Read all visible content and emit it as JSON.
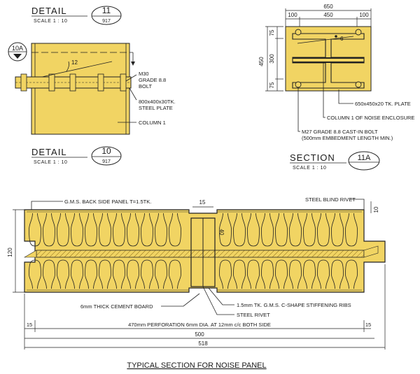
{
  "detail11": {
    "title": "DETAIL",
    "scale": "SCALE 1 : 10",
    "num": "11",
    "sheet": "917"
  },
  "detail10": {
    "title": "DETAIL",
    "scale": "SCALE 1 : 10",
    "num": "10",
    "sheet": "917"
  },
  "section11a": {
    "title": "SECTION",
    "scale": "SCALE 1 : 10",
    "num": "11A",
    "ref": "10A"
  },
  "detail11_notes": {
    "bolt1": "M30",
    "bolt2": "GRADE 8.8",
    "bolt3": "BOLT",
    "plate1": "800x400x30TK.",
    "plate2": "STEEL PLATE",
    "column": "COLUMN 1",
    "angle": "12"
  },
  "section_dims": {
    "w650": "650",
    "w100a": "100",
    "w450": "450",
    "w100b": "100",
    "h450": "450",
    "h75a": "75",
    "h300": "300",
    "h75b": "75",
    "angle": "6"
  },
  "section_notes": {
    "plate": "650x450x20 TK. PLATE",
    "column": "COLUMN 1 OF NOISE ENCLOSURE",
    "bolt1": "M27 GRADE 8.8 CAST-IN BOLT",
    "bolt2": "(500mm EMBEDMENT LENGTH MIN.)"
  },
  "panel": {
    "back_panel": "G.M.S. BACK SIDE PANEL T=1.5TK.",
    "blind_rivet": "STEEL BLIND RIVET",
    "cement_board": "6mm THICK CEMENT BOARD",
    "ribs": "1.5mm TK. G.M.S. C-SHAPE STIFFENING RIBS",
    "rivet": "STEEL RIVET",
    "perforation": "470mm PERFORATION 6mm DIA. AT 12mm c/c BOTH SIDE",
    "d15_top": "15",
    "d10": "10",
    "d40": "40",
    "d120": "120",
    "d15_l": "15",
    "d15_r": "15",
    "d500": "500",
    "d518": "518",
    "caption": "TYPICAL SECTION FOR NOISE PANEL"
  },
  "colors": {
    "fill": "#f1d463",
    "line": "#222222",
    "hatch": "#8a6a1a"
  }
}
